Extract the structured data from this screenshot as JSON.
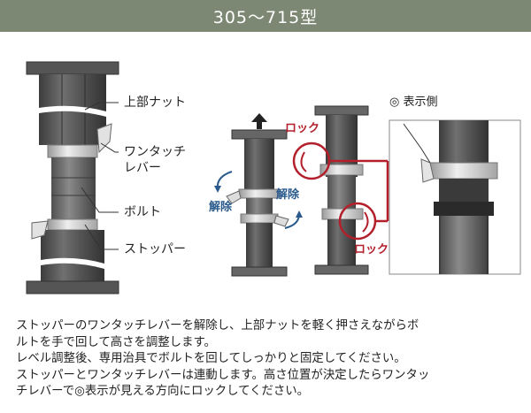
{
  "header": {
    "title": "305〜715型"
  },
  "labels": {
    "top_nut": "上部ナット",
    "one_touch_lever_line1": "ワンタッチ",
    "one_touch_lever_line2": "レバー",
    "bolt": "ボルト",
    "stopper": "ストッパー",
    "lock_top": "ロック",
    "lock_bottom": "ロック",
    "release_left": "解除",
    "release_right": "解除",
    "display_side": "表示側",
    "circle_mark": "◎"
  },
  "description": {
    "line1": "ストッパーのワンタッチレバーを解除し、上部ナットを軽く押さえながらボ",
    "line2": "ルトを手で回して高さを調整します。",
    "line3": "レベル調整後、専用治具でボルトを回してしっかりと固定してください。",
    "line4": "ストッパーとワンタッチレバーは連動します。高さ位置が決定したらワンタッ",
    "line5": "チレバーで◎表示が見える方向にロックしてください。"
  },
  "colors": {
    "header_bg": "#7c8873",
    "lock_red": "#b3202b",
    "release_blue": "#2a5a8c",
    "metal_dark": "#4a4a4a",
    "metal_light": "#cfcfcf"
  }
}
